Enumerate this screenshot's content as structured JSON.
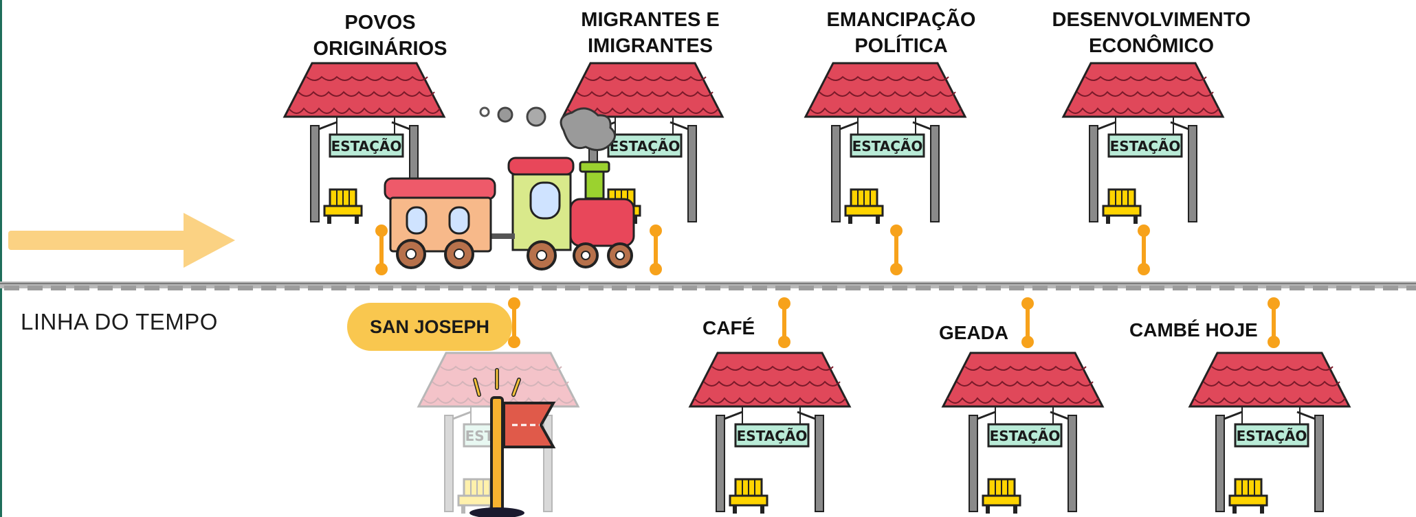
{
  "timeline": {
    "label": "LINHA DO TEMPO",
    "top_stations": [
      {
        "title_lines": [
          "POVOS",
          "ORIGINÁRIOS"
        ]
      },
      {
        "title_lines": [
          "MIGRANTES E",
          "IMIGRANTES"
        ]
      },
      {
        "title_lines": [
          "EMANCIPAÇÃO",
          "POLÍTICA"
        ]
      },
      {
        "title_lines": [
          "DESENVOLVIMENTO",
          "ECONÔMICO"
        ]
      }
    ],
    "bottom_stations": [
      {
        "title": "SAN JOSEPH",
        "highlighted": true
      },
      {
        "title": "CAFÉ"
      },
      {
        "title": "GEADA"
      },
      {
        "title": "CAMBÉ HOJE"
      }
    ],
    "station_sign": "ESTAÇÃO"
  },
  "colors": {
    "roof": "#e0485a",
    "sign": "#b9ebd7",
    "connector": "#f7a21b",
    "arrow": "#fbd283",
    "pill": "#f9c74f",
    "bench": "#ffd400",
    "frame": "#2d6b55"
  },
  "icons": [
    "arrow-right-icon",
    "train-icon",
    "station-icon",
    "bench-icon",
    "flag-icon"
  ]
}
